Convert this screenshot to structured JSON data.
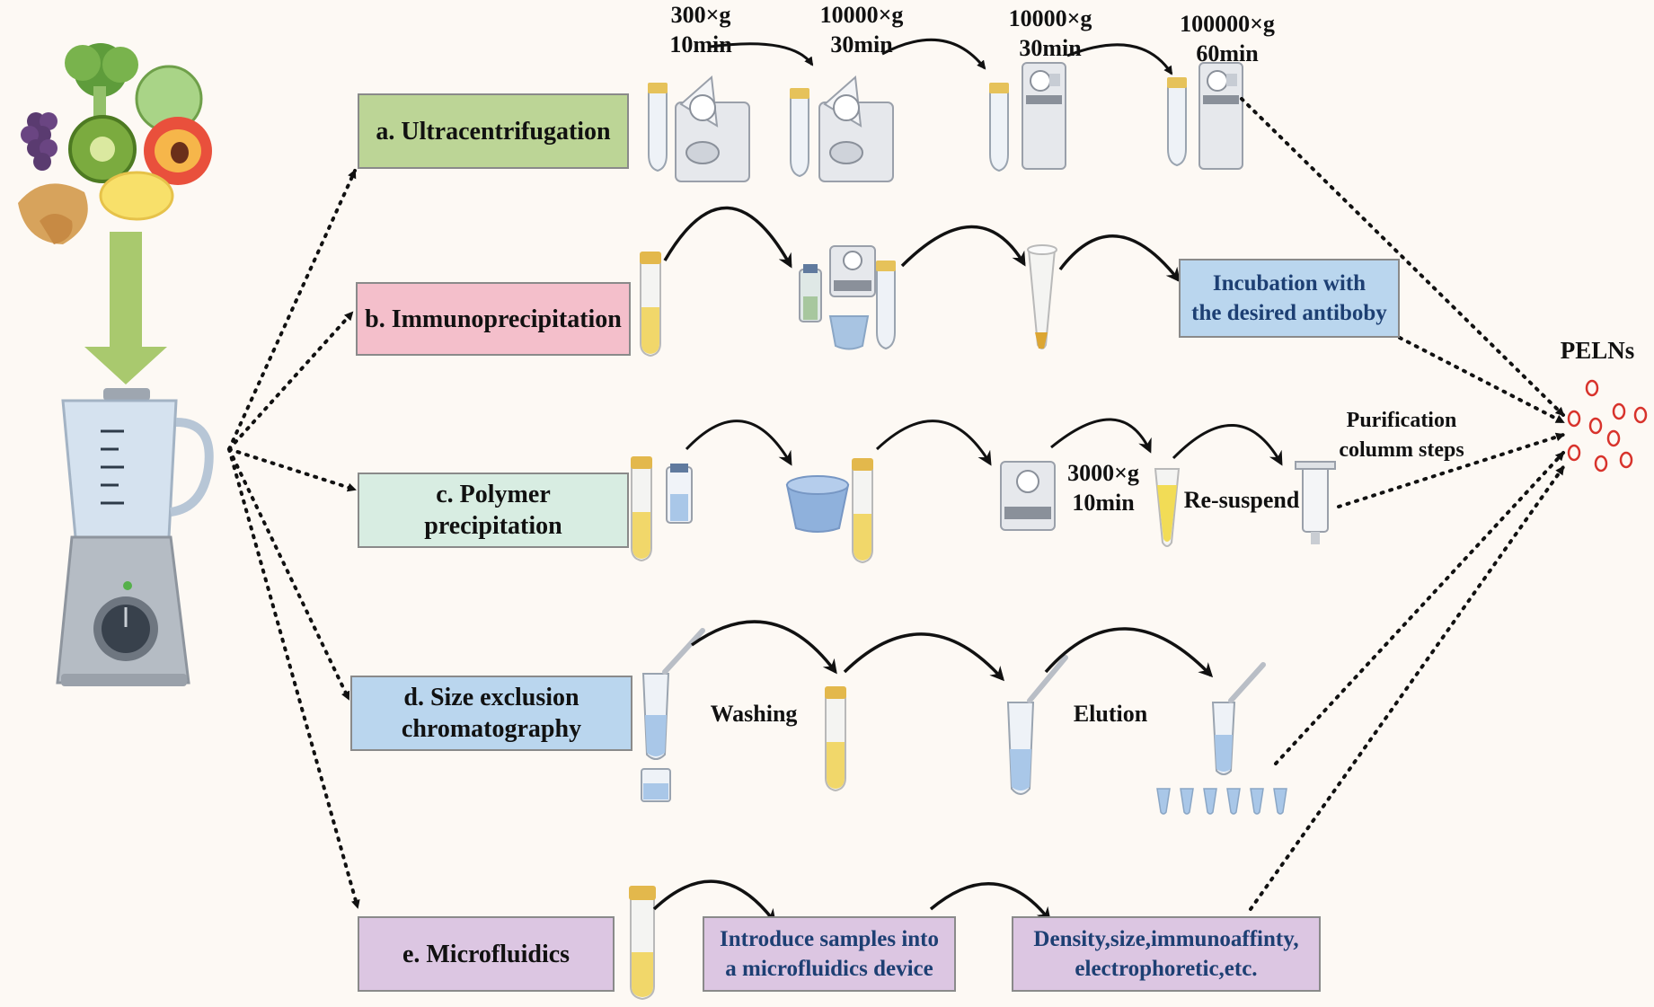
{
  "methods": {
    "a": {
      "label": "a. Ultracentrifugation",
      "color": "#bcd596"
    },
    "b": {
      "label": "b. Immunoprecipitation",
      "color": "#f4bfcb"
    },
    "c": {
      "label_line1": "c. Polymer",
      "label_line2": "precipitation",
      "color": "#d8ede2"
    },
    "d": {
      "label_line1": "d. Size exclusion",
      "label_line2": "chromatography",
      "color": "#bad6ee"
    },
    "e": {
      "label": "e. Microfluidics",
      "color": "#dcc6e2"
    }
  },
  "ultracentrifugation_steps": [
    {
      "speed": "300×g",
      "time": "10min"
    },
    {
      "speed": "10000×g",
      "time": "30min"
    },
    {
      "speed": "10000×g",
      "time": "30min"
    },
    {
      "speed": "100000×g",
      "time": "60min"
    }
  ],
  "immunoprecipitation": {
    "incubation_line1": "Incubation with",
    "incubation_line2": "the desired antiboby",
    "incubation_color": "#bad6ee"
  },
  "polymer": {
    "centrifuge_speed": "3000×g",
    "centrifuge_time": "10min",
    "resuspend": "Re-suspend",
    "purification_line1": "Purification",
    "purification_line2": "columm steps"
  },
  "sec": {
    "washing": "Washing",
    "elution": "Elution"
  },
  "microfluidics": {
    "step1_line1": "Introduce samples into",
    "step1_line2": "a microfluidics device",
    "step2_line1": "Density,size,immunoaffinty,",
    "step2_line2": "electrophoretic,etc.",
    "box_color": "#dcc6e2"
  },
  "output": {
    "label": "PELNs",
    "vesicle_color": "#d8332c"
  },
  "colors": {
    "big_arrow": "#a9c96e",
    "sample_yellow": "#f1d76a",
    "liquid_blue": "#a9c7e8",
    "device_grey": "#e6e8ec"
  }
}
